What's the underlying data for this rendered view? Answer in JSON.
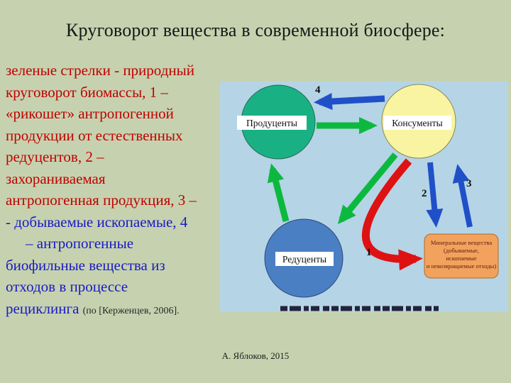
{
  "slide": {
    "background": "#c6d2af",
    "title": "Круговорот вещества в современной биосфере:",
    "footer": "А. Яблоков, 2015"
  },
  "description": {
    "lines": [
      {
        "text": "зеленые стрелки - природный",
        "cls": "red"
      },
      {
        "text": "круговорот биомассы, 1 –",
        "cls": "red"
      },
      {
        "text": "«рикошет» антропогенной",
        "cls": "red"
      },
      {
        "text": "продукции от естественных",
        "cls": "red"
      },
      {
        "text": "редуцентов, 2 –",
        "cls": "red"
      },
      {
        "text": "захораниваемая",
        "cls": "red"
      },
      {
        "text": "антропогенная продукция, 3 –",
        "cls": "red"
      },
      {
        "text": "- добываемые ископаемые, 4",
        "cls": "blue"
      },
      {
        "text": "– антропогенные",
        "cls": "blue indent"
      },
      {
        "text": "биофильные вещества из",
        "cls": "blue"
      },
      {
        "text": "отходов в процессе",
        "cls": "blue"
      }
    ],
    "last_line_blue": "рециклинга ",
    "last_line_note": "(по [Керженцев, 2006]."
  },
  "diagram": {
    "background": "#b5d4e6",
    "nodes": {
      "producers": {
        "label": "Продуценты",
        "color": "#19b183"
      },
      "consumers": {
        "label": "Консументы",
        "color": "#f8f4a2"
      },
      "reducers": {
        "label": "Редуценты",
        "color": "#4b7fc4"
      },
      "minerals": {
        "lines": [
          "Минеральные вещества",
          "(добываемые,",
          "ископаемые",
          "и невозвращаемые отходы)"
        ],
        "color": "#f2a25c"
      }
    },
    "arrow_numbers": {
      "n1": "1",
      "n2": "2",
      "n3": "3",
      "n4": "4"
    },
    "arrow_colors": {
      "natural_cycle_green": "#0cb93e",
      "anthropogenic_blue": "#2050c8",
      "ricochet_red": "#de1212"
    }
  }
}
